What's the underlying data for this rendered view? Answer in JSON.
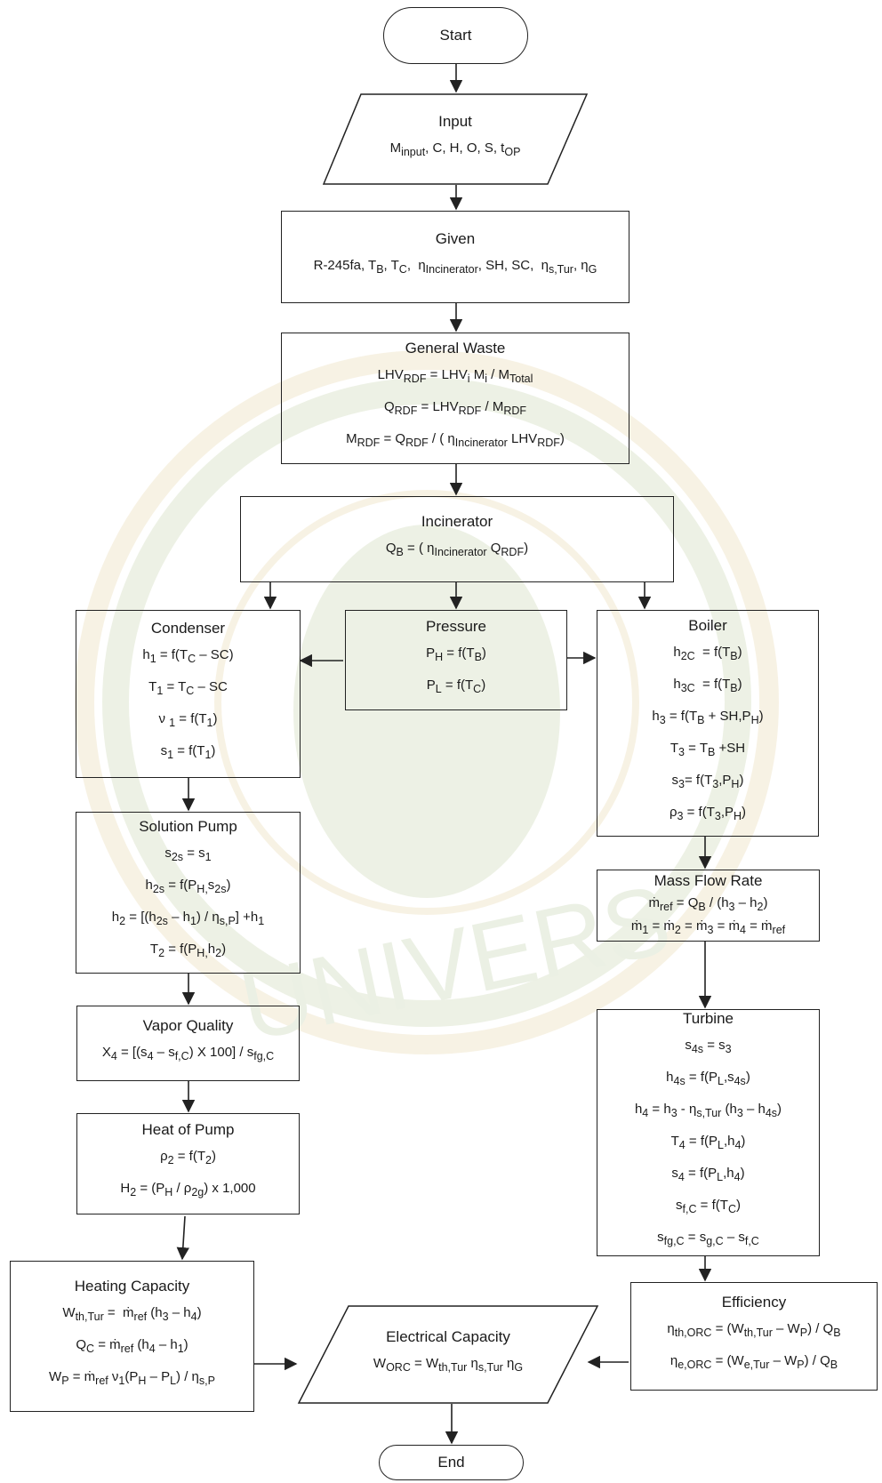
{
  "start": "Start",
  "end": "End",
  "input": {
    "title": "Input",
    "lines": [
      "M<sub>input</sub>, C, H, O, S, t<sub>OP</sub>"
    ]
  },
  "given": {
    "title": "Given",
    "lines": [
      "R-245fa, T<sub>B</sub>, T<sub>C</sub>, &nbsp;η<sub>Incinerator</sub>, SH, SC, &nbsp;η<sub>s,Tur</sub>, η<sub>G</sub>"
    ]
  },
  "general_waste": {
    "title": "General Waste",
    "lines": [
      "LHV<sub>RDF</sub> = LHV<sub>i</sub> M<sub>i</sub> / M<sub>Total</sub>",
      "Q<sub>RDF</sub> = LHV<sub>RDF</sub> / M<sub>RDF</sub>",
      "M<sub>RDF</sub> = Q<sub>RDF</sub> / ( η<sub>Incinerator</sub> LHV<sub>RDF</sub>)"
    ]
  },
  "incinerator": {
    "title": "Incinerator",
    "lines": [
      "Q<sub>B</sub> = ( η<sub>Incinerator</sub> Q<sub>RDF</sub>)"
    ]
  },
  "condenser": {
    "title": "Condenser",
    "lines": [
      "h<sub>1</sub> = f(T<sub>C</sub> – SC)",
      "T<sub>1</sub> = T<sub>C</sub> – SC",
      "ν <sub>1</sub> = f(T<sub>1</sub>)",
      "s<sub>1</sub> = f(T<sub>1</sub>)"
    ]
  },
  "pressure": {
    "title": "Pressure",
    "lines": [
      "P<sub>H</sub> = f(T<sub>B</sub>)",
      "P<sub>L</sub> = f(T<sub>C</sub>)"
    ]
  },
  "boiler": {
    "title": "Boiler",
    "lines": [
      "h<sub>2C</sub> &nbsp;= f(T<sub>B</sub>)",
      "h<sub>3C</sub> &nbsp;= f(T<sub>B</sub>)",
      "h<sub>3</sub> = f(T<sub>B</sub> + SH,P<sub>H</sub>)",
      "T<sub>3</sub> = T<sub>B</sub> +SH",
      "s<sub>3</sub>= f(T<sub>3</sub>,P<sub>H</sub>)",
      "ρ<sub>3</sub> = f(T<sub>3</sub>,P<sub>H</sub>)"
    ]
  },
  "solution_pump": {
    "title": "Solution Pump",
    "lines": [
      "s<sub>2s</sub> = s<sub>1</sub>",
      "h<sub>2s</sub> = f(P<sub>H,</sub>s<sub>2s</sub>)",
      "h<sub>2</sub> = [(h<sub>2s</sub> – h<sub>1</sub>) / η<sub>s,P</sub>] +h<sub>1</sub>",
      "T<sub>2</sub> = f(P<sub>H,</sub>h<sub>2</sub>)"
    ]
  },
  "mass_flow": {
    "title": "Mass Flow Rate",
    "lines": [
      "ṁ<sub>ref</sub> = Q<sub>B</sub> / (h<sub>3</sub> – h<sub>2</sub>)",
      "ṁ<sub>1</sub> = ṁ<sub>2</sub> = ṁ<sub>3</sub> = ṁ<sub>4</sub> = ṁ<sub>ref</sub>"
    ]
  },
  "vapor_quality": {
    "title": "Vapor Quality",
    "lines": [
      "X<sub>4</sub> = [(s<sub>4</sub> – s<sub>f,C</sub>) X 100] / s<sub>fg,C</sub>"
    ]
  },
  "turbine": {
    "title": "Turbine",
    "lines": [
      "s<sub>4s</sub> = s<sub>3</sub>",
      "h<sub>4s</sub> = f(P<sub>L</sub>,s<sub>4s</sub>)",
      "h<sub>4</sub> = h<sub>3</sub> - η<sub>s,Tur</sub> (h<sub>3</sub> – h<sub>4s</sub>)",
      "T<sub>4</sub> = f(P<sub>L</sub>,h<sub>4</sub>)",
      "s<sub>4</sub> = f(P<sub>L</sub>,h<sub>4</sub>)",
      "s<sub>f,C</sub> = f(T<sub>C</sub>)",
      "s<sub>fg,C</sub> = s<sub>g,C</sub> – s<sub>f,C</sub>"
    ]
  },
  "heat_of_pump": {
    "title": "Heat of Pump",
    "lines": [
      "ρ<sub>2</sub> = f(T<sub>2</sub>)",
      "H<sub>2</sub> = (P<sub>H</sub> / ρ<sub>2g</sub>) x 1,000"
    ]
  },
  "heating_capacity": {
    "title": "Heating Capacity",
    "lines": [
      "W<sub>th,Tur</sub> = &nbsp;ṁ<sub>ref</sub> (h<sub>3</sub> – h<sub>4</sub>)",
      "Q<sub>C</sub> = ṁ<sub>ref</sub> (h<sub>4</sub> – h<sub>1</sub>)",
      "W<sub>P</sub> = ṁ<sub>ref</sub> ν<sub>1</sub>(P<sub>H</sub> – P<sub>L</sub>) / η<sub>s,P</sub>"
    ]
  },
  "electrical_capacity": {
    "title": "Electrical Capacity",
    "lines": [
      "W<sub>ORC</sub> = W<sub>th,Tur</sub> η<sub>s,Tur</sub> η<sub>G</sub>"
    ]
  },
  "efficiency": {
    "title": "Efficiency",
    "lines": [
      "η<sub>th,ORC</sub> = (W<sub>th,Tur</sub> – W<sub>P</sub>) / Q<sub>B</sub>",
      "η<sub>e,ORC</sub> = (W<sub>e,Tur</sub> – W<sub>P</sub>) / Q<sub>B</sub>"
    ]
  },
  "watermark": {
    "text": "UNIVERS",
    "color": "#6b8f3a"
  },
  "colors": {
    "line": "#222222",
    "watermark": "#7a9a3c",
    "gold": "#c9a23a"
  }
}
